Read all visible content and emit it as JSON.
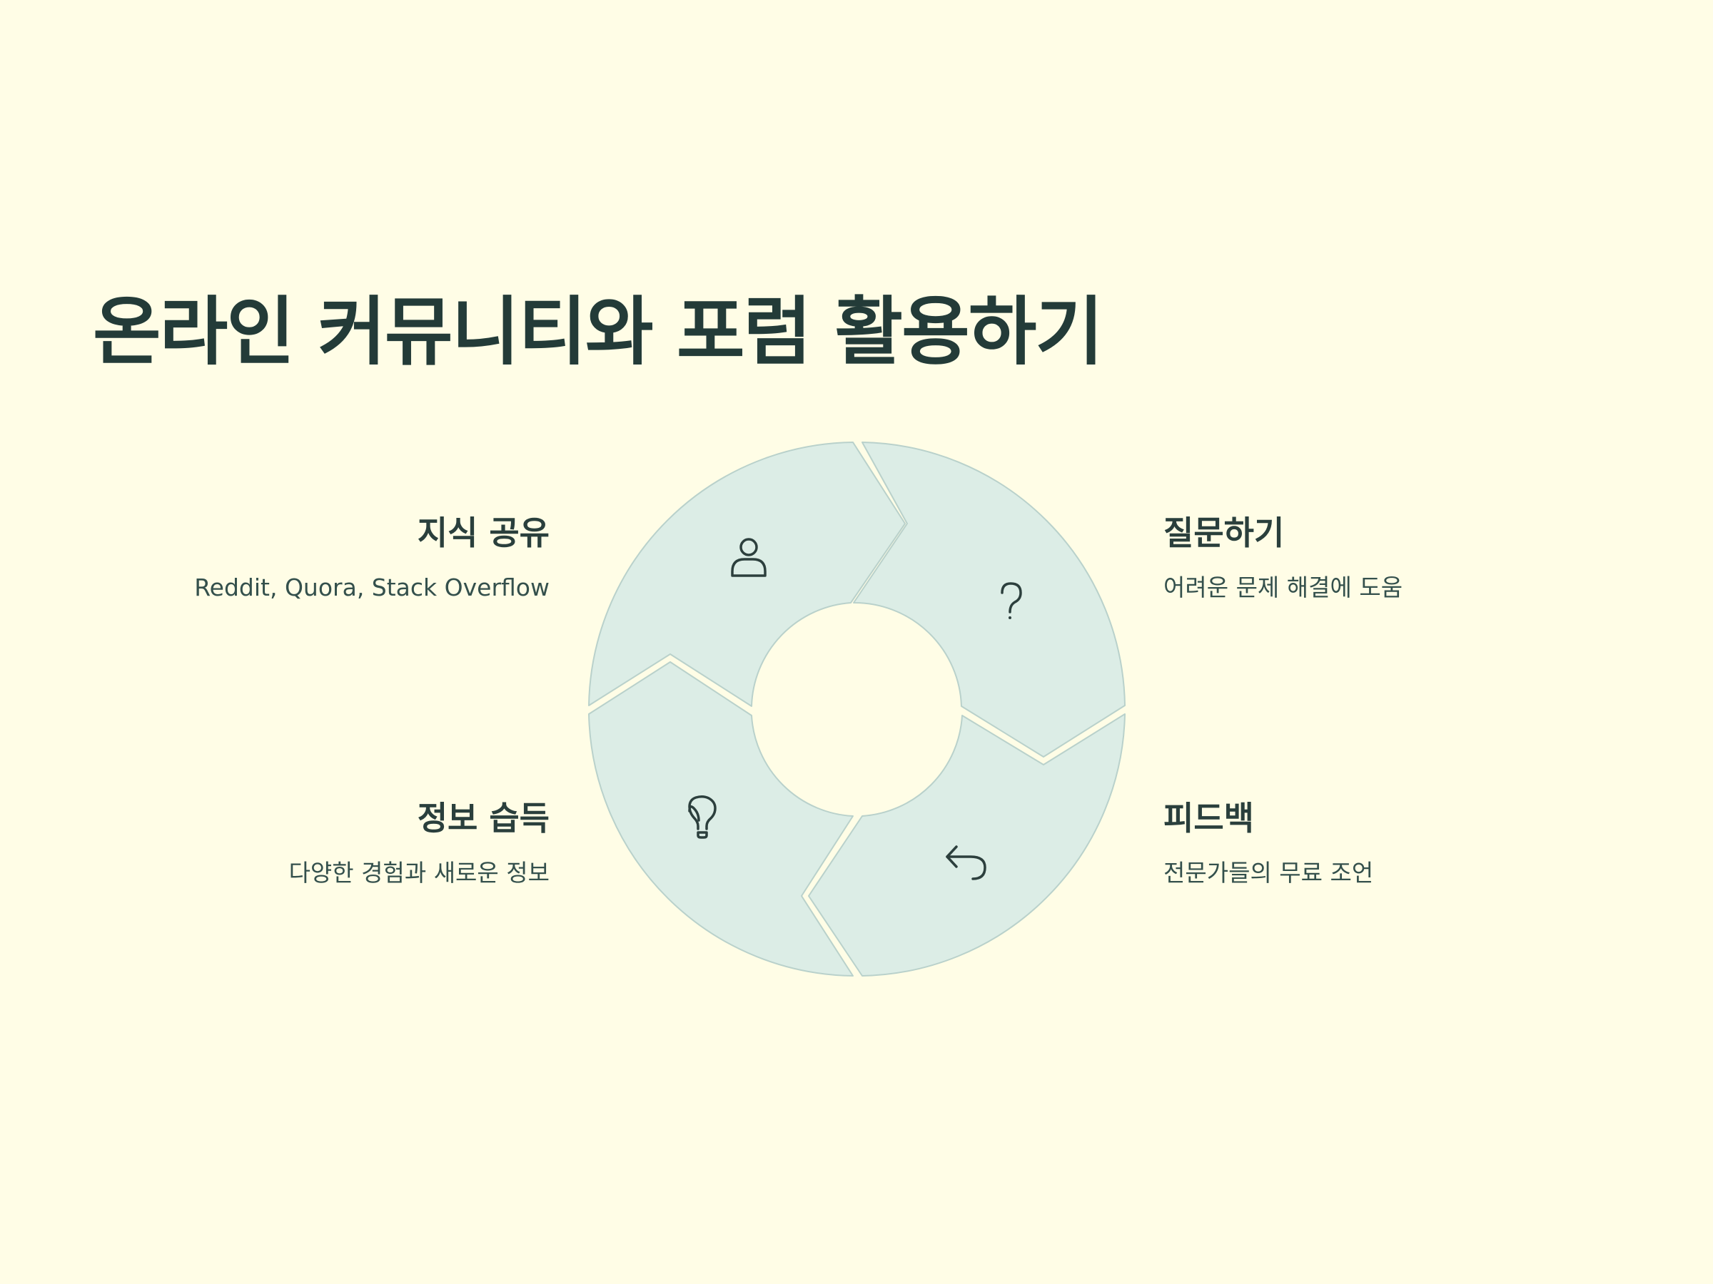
{
  "title": "온라인 커뮤니티와 포럼 활용하기",
  "colors": {
    "background": "#fffde6",
    "segment_fill": "#dcede6",
    "segment_stroke": "#b9d1cb",
    "text_dark": "#233b38",
    "icon_stroke": "#2c3f3d"
  },
  "items": {
    "knowledge": {
      "title": "지식 공유",
      "desc": "Reddit, Quora, Stack Overflow",
      "icon": "person-icon"
    },
    "questions": {
      "title": "질문하기",
      "desc": "어려운 문제 해결에 도움",
      "icon": "question-mark-icon"
    },
    "feedback": {
      "title": "피드백",
      "desc": "전문가들의 무료 조언",
      "icon": "undo-arrow-icon"
    },
    "info": {
      "title": "정보 습득",
      "desc": "다양한 경험과 새로운 정보",
      "icon": "lightbulb-icon"
    }
  }
}
